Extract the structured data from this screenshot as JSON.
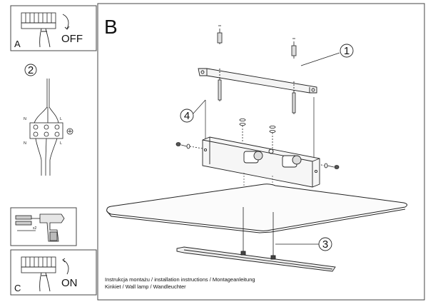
{
  "sections": {
    "a": "A",
    "b": "B",
    "c": "C"
  },
  "states": {
    "off": "OFF",
    "on": "ON"
  },
  "callouts": [
    "1",
    "2",
    "3",
    "4"
  ],
  "wiring": {
    "left": [
      "N",
      "N"
    ],
    "right": [
      "L",
      "L"
    ]
  },
  "tool_qty": "x2",
  "caption": {
    "line1": "Instrukcja montażu / installation instructions / Montageanleitung",
    "line2": "Kinkiet / Wall lamp / Wandleuchter"
  },
  "colors": {
    "ink": "#111111",
    "frame": "#333333",
    "paper": "#ffffff"
  }
}
